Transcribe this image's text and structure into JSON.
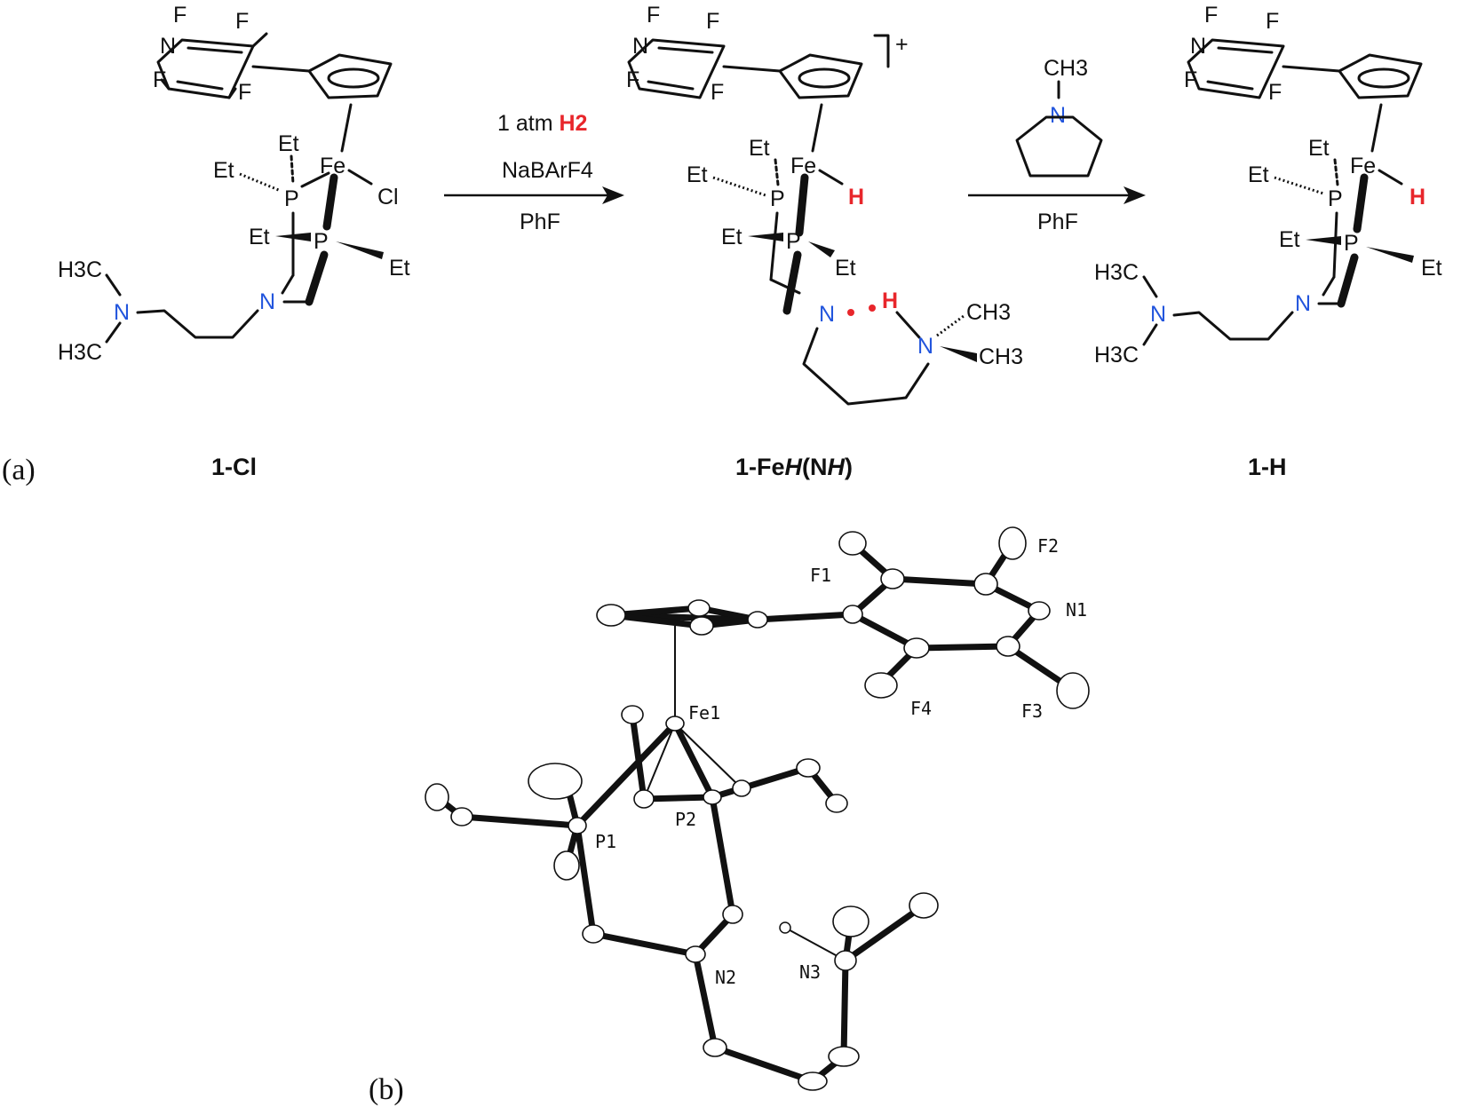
{
  "panel_labels": {
    "a": "(a)",
    "b": "(b)"
  },
  "compounds": {
    "c1": {
      "name": "1-Cl"
    },
    "c2": {
      "name_parts": [
        "1-Fe",
        "H",
        "(N",
        "H",
        ")"
      ]
    },
    "c3": {
      "name": "1-H"
    }
  },
  "atom_labels": {
    "F": "F",
    "N": "N",
    "Fe": "Fe",
    "P": "P",
    "Et": "Et",
    "Cl": "Cl",
    "H": "H",
    "H3C": "H3C",
    "CH3": "CH3",
    "charge": "+"
  },
  "reaction1": {
    "line1_prefix": "1 atm ",
    "line1_reagent": "H2",
    "line2": "NaBArF4",
    "line3": "PhF"
  },
  "reaction2": {
    "reagent_label": "CH3",
    "solvent": "PhF"
  },
  "crystal_labels": [
    "F1",
    "F2",
    "N1",
    "F4",
    "F3",
    "Fe1",
    "P1",
    "P2",
    "N2",
    "N3"
  ],
  "colors": {
    "nitrogen": "#2255dd",
    "hydrogen_highlight": "#e8262b",
    "fluorine_ellipsoid": "#9be59b",
    "iron_ellipsoid": "#f07a1a",
    "phosphorus_ellipsoid": "#c25cd6",
    "nitrogen_ellipsoid": "#3b4fe0"
  }
}
